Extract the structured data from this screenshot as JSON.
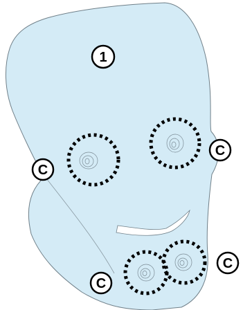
{
  "diagram": {
    "colors": {
      "face_fill": "#d4ebf6",
      "face_stroke": "#6f7f88",
      "zone_stroke": "#000000",
      "label_fill": "#ffffff",
      "label_stroke": "#000000",
      "text": "#000000"
    },
    "main_label": "1",
    "callout_label": "C",
    "target_zones": [
      {
        "name": "zone-left-cheek"
      },
      {
        "name": "zone-right-cheek"
      },
      {
        "name": "zone-left-chin"
      },
      {
        "name": "zone-right-chin"
      }
    ]
  }
}
